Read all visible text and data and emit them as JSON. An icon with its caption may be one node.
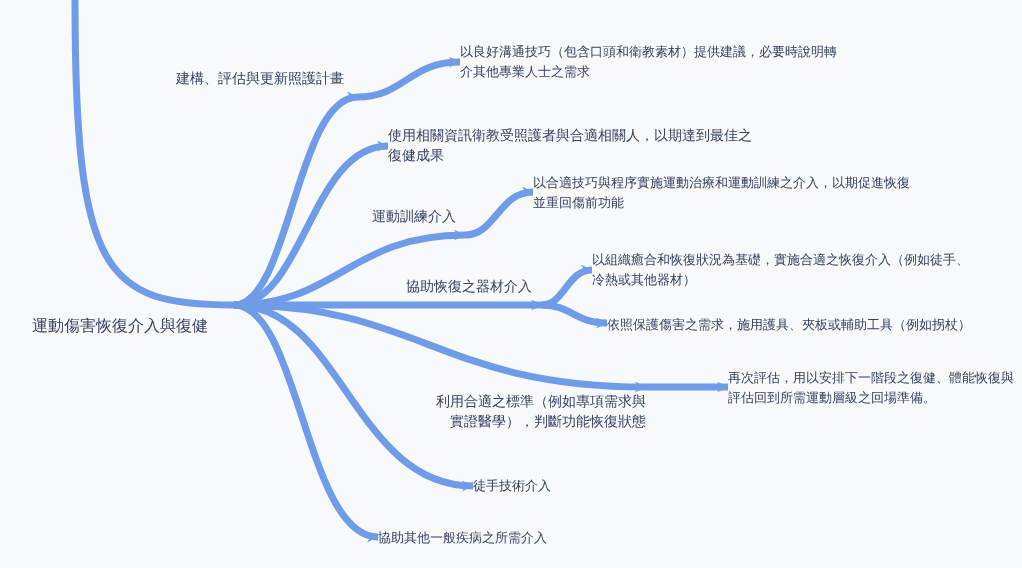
{
  "diagram": {
    "nodes": [
      {
        "text": [
          "運動傷害恢復介入與復健"
        ]
      },
      {
        "text": [
          "建構、評估與更新照護計畫"
        ]
      },
      {
        "text": [
          "以良好溝通技巧（包含口頭和衛教素材）提供建議，必要時說明轉介其他專業人士之需求"
        ]
      },
      {
        "text": [
          "使用相關資訊衛教受照護者與合適相關人，以期達到最佳之復健成果"
        ]
      },
      {
        "text": [
          "運動訓練介入"
        ]
      },
      {
        "text": [
          "以合適技巧與程序實施運動治療和運動訓練之介入，以期促進恢復並重回傷前功能"
        ]
      },
      {
        "text": [
          "協助恢復之器材介入"
        ]
      },
      {
        "text": [
          "以組織癒合和恢復狀況為基礎，實施合適之恢復介入（例如徒手、冷熱或其他器材）"
        ]
      },
      {
        "text": [
          "依照保護傷害之需求，施用護具、夾板或輔助工具（例如拐杖）"
        ]
      },
      {
        "text": [
          "利用合適之標準（例如專項需求與實證醫學），判斷功能恢復狀態"
        ]
      },
      {
        "text": [
          "再次評估，用以安排下一階段之復健、體能恢復與評估回到所需運動層級之回場準備。"
        ]
      },
      {
        "text": [
          "徒手技術介入"
        ]
      },
      {
        "text": [
          "協助其他一般疾病之所需介入"
        ]
      }
    ],
    "edges": [
      {
        "from": null,
        "to": 0,
        "arrow": "none"
      },
      {
        "from": 0,
        "to": 1,
        "arrow": "to"
      },
      {
        "from": 1,
        "to": 2,
        "arrow": "to"
      },
      {
        "from": 0,
        "to": 3,
        "arrow": "to"
      },
      {
        "from": 0,
        "to": 4,
        "arrow": "to"
      },
      {
        "from": 4,
        "to": 5,
        "arrow": "to"
      },
      {
        "from": 0,
        "to": 6,
        "arrow": "to"
      },
      {
        "from": 6,
        "to": 7,
        "arrow": "to"
      },
      {
        "from": 6,
        "to": 8,
        "arrow": "to"
      },
      {
        "from": 0,
        "to": 9,
        "arrow": "to"
      },
      {
        "from": 9,
        "to": 10,
        "arrow": "to"
      },
      {
        "from": 0,
        "to": 11,
        "arrow": "to"
      },
      {
        "from": 0,
        "to": 12,
        "arrow": "to"
      }
    ]
  }
}
